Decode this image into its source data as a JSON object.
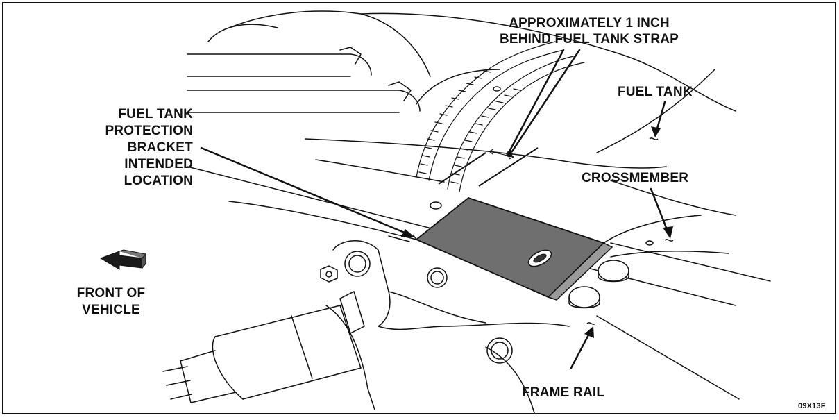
{
  "labels": {
    "approx_line1": "APPROXIMATELY 1 INCH",
    "approx_line2": "BEHIND FUEL TANK STRAP",
    "fuel_tank": "FUEL TANK",
    "bracket_line1": "FUEL TANK",
    "bracket_line2": "PROTECTION",
    "bracket_line3": "BRACKET",
    "bracket_line4": "INTENDED",
    "bracket_line5": "LOCATION",
    "crossmember": "CROSSMEMBER",
    "front_line1": "FRONT OF",
    "front_line2": "VEHICLE",
    "frame_rail": "FRAME RAIL",
    "figure_code": "09X13F"
  },
  "colors": {
    "ink": "#111111",
    "bracket_fill": "#6f6f6f",
    "arrow_fill": "#1a1a1a"
  }
}
